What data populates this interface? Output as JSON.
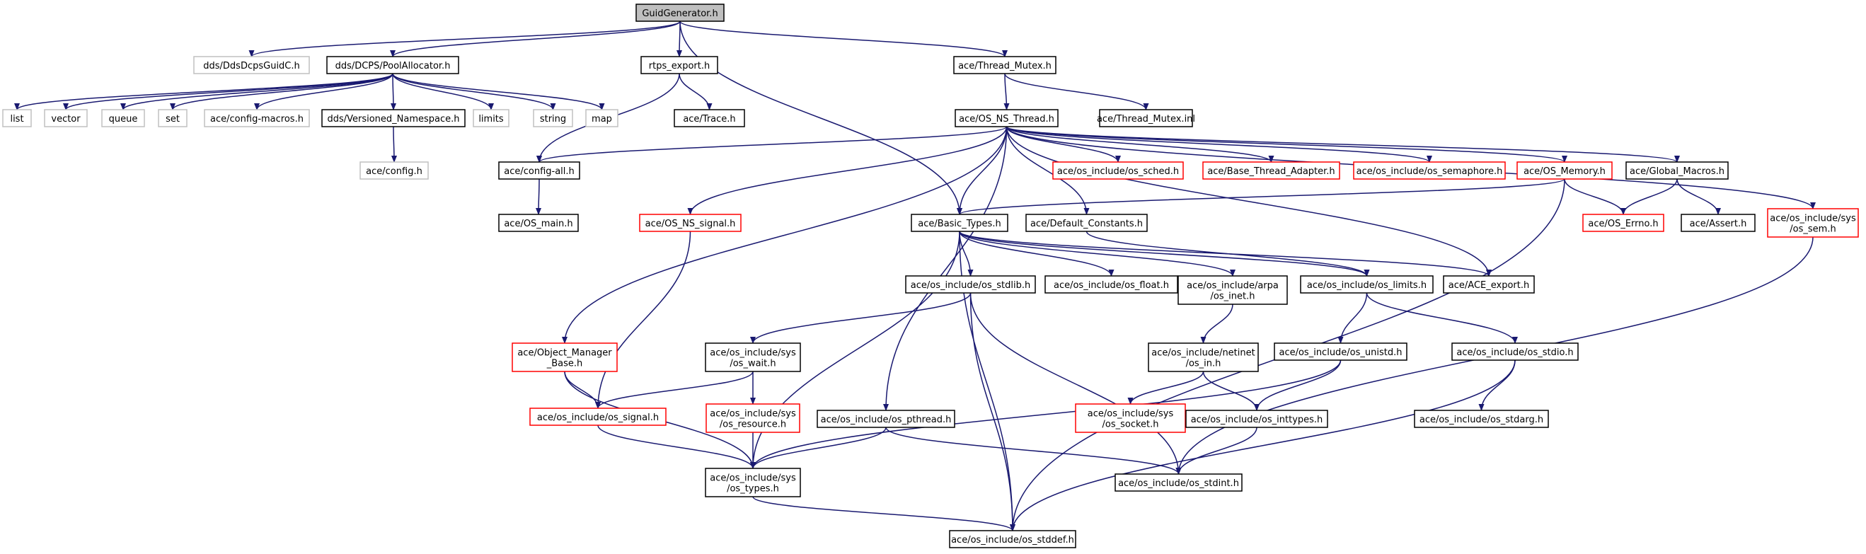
{
  "colors": {
    "edge": "#191970",
    "box_normal": "#000000",
    "box_missing": "#c0c0c0",
    "box_truncated": "#ff0000",
    "root_fill": "#bfbfbf"
  },
  "nodes": [
    {
      "id": "guid",
      "label": "GuidGenerator.h",
      "style": "root"
    },
    {
      "id": "ddsguidc",
      "label": "dds/DdsDcpsGuidC.h",
      "style": "gray"
    },
    {
      "id": "poolalloc",
      "label": "dds/DCPS/PoolAllocator.h",
      "style": "normal"
    },
    {
      "id": "rtps",
      "label": "rtps_export.h",
      "style": "normal"
    },
    {
      "id": "tmutex",
      "label": "ace/Thread_Mutex.h",
      "style": "normal"
    },
    {
      "id": "list",
      "label": "list",
      "style": "gray"
    },
    {
      "id": "vector",
      "label": "vector",
      "style": "gray"
    },
    {
      "id": "queue",
      "label": "queue",
      "style": "gray"
    },
    {
      "id": "set",
      "label": "set",
      "style": "gray"
    },
    {
      "id": "cfgmacros",
      "label": "ace/config-macros.h",
      "style": "gray"
    },
    {
      "id": "verns",
      "label": "dds/Versioned_Namespace.h",
      "style": "normal"
    },
    {
      "id": "limits",
      "label": "limits",
      "style": "gray"
    },
    {
      "id": "string",
      "label": "string",
      "style": "gray"
    },
    {
      "id": "map",
      "label": "map",
      "style": "gray"
    },
    {
      "id": "trace",
      "label": "ace/Trace.h",
      "style": "normal"
    },
    {
      "id": "osns",
      "label": "ace/OS_NS_Thread.h",
      "style": "normal"
    },
    {
      "id": "tmutexinl",
      "label": "ace/Thread_Mutex.inl",
      "style": "normal"
    },
    {
      "id": "config",
      "label": "ace/config.h",
      "style": "gray"
    },
    {
      "id": "cfgall",
      "label": "ace/config-all.h",
      "style": "normal"
    },
    {
      "id": "ossched",
      "label": "ace/os_include/os_sched.h",
      "style": "red"
    },
    {
      "id": "btadapter",
      "label": "ace/Base_Thread_Adapter.h",
      "style": "red"
    },
    {
      "id": "ossema",
      "label": "ace/os_include/os_semaphore.h",
      "style": "red"
    },
    {
      "id": "osmem",
      "label": "ace/OS_Memory.h",
      "style": "red"
    },
    {
      "id": "globmac",
      "label": "ace/Global_Macros.h",
      "style": "normal"
    },
    {
      "id": "osmain",
      "label": "ace/OS_main.h",
      "style": "normal"
    },
    {
      "id": "nssignal",
      "label": "ace/OS_NS_signal.h",
      "style": "red"
    },
    {
      "id": "basictypes",
      "label": "ace/Basic_Types.h",
      "style": "normal"
    },
    {
      "id": "defconst",
      "label": "ace/Default_Constants.h",
      "style": "normal"
    },
    {
      "id": "oserrno",
      "label": "ace/OS_Errno.h",
      "style": "red"
    },
    {
      "id": "assert",
      "label": "ace/Assert.h",
      "style": "normal"
    },
    {
      "id": "ossem",
      "label": [
        "ace/os_include/sys",
        "/os_sem.h"
      ],
      "style": "red"
    },
    {
      "id": "stdlib",
      "label": "ace/os_include/os_stdlib.h",
      "style": "normal"
    },
    {
      "id": "float",
      "label": "ace/os_include/os_float.h",
      "style": "normal"
    },
    {
      "id": "arpainet",
      "label": [
        "ace/os_include/arpa",
        "/os_inet.h"
      ],
      "style": "normal"
    },
    {
      "id": "oslimits",
      "label": "ace/os_include/os_limits.h",
      "style": "normal"
    },
    {
      "id": "aceexport",
      "label": "ace/ACE_export.h",
      "style": "normal"
    },
    {
      "id": "objmgr",
      "label": [
        "ace/Object_Manager",
        "_Base.h"
      ],
      "style": "red"
    },
    {
      "id": "syswait",
      "label": [
        "ace/os_include/sys",
        "/os_wait.h"
      ],
      "style": "normal"
    },
    {
      "id": "netinet",
      "label": [
        "ace/os_include/netinet",
        "/os_in.h"
      ],
      "style": "normal"
    },
    {
      "id": "unistd",
      "label": "ace/os_include/os_unistd.h",
      "style": "normal"
    },
    {
      "id": "stdio",
      "label": "ace/os_include/os_stdio.h",
      "style": "normal"
    },
    {
      "id": "ossignal",
      "label": "ace/os_include/os_signal.h",
      "style": "red"
    },
    {
      "id": "resource",
      "label": [
        "ace/os_include/sys",
        "/os_resource.h"
      ],
      "style": "red"
    },
    {
      "id": "pthread",
      "label": "ace/os_include/os_pthread.h",
      "style": "normal"
    },
    {
      "id": "syssocket",
      "label": [
        "ace/os_include/sys",
        "/os_socket.h"
      ],
      "style": "red"
    },
    {
      "id": "inttypes",
      "label": "ace/os_include/os_inttypes.h",
      "style": "normal"
    },
    {
      "id": "stdarg",
      "label": "ace/os_include/os_stdarg.h",
      "style": "normal"
    },
    {
      "id": "systypes",
      "label": [
        "ace/os_include/sys",
        "/os_types.h"
      ],
      "style": "normal"
    },
    {
      "id": "stdint",
      "label": "ace/os_include/os_stdint.h",
      "style": "normal"
    },
    {
      "id": "stddef",
      "label": "ace/os_include/os_stddef.h",
      "style": "normal"
    }
  ],
  "edges": [
    [
      "guid",
      "ddsguidc"
    ],
    [
      "guid",
      "poolalloc"
    ],
    [
      "guid",
      "rtps"
    ],
    [
      "guid",
      "tmutex"
    ],
    [
      "guid",
      "basictypes"
    ],
    [
      "poolalloc",
      "list"
    ],
    [
      "poolalloc",
      "vector"
    ],
    [
      "poolalloc",
      "queue"
    ],
    [
      "poolalloc",
      "set"
    ],
    [
      "poolalloc",
      "cfgmacros"
    ],
    [
      "poolalloc",
      "verns"
    ],
    [
      "poolalloc",
      "limits"
    ],
    [
      "poolalloc",
      "string"
    ],
    [
      "poolalloc",
      "map"
    ],
    [
      "verns",
      "config"
    ],
    [
      "rtps",
      "trace"
    ],
    [
      "rtps",
      "cfgall"
    ],
    [
      "tmutex",
      "osns"
    ],
    [
      "tmutex",
      "tmutexinl"
    ],
    [
      "cfgall",
      "osmain"
    ],
    [
      "osns",
      "cfgall"
    ],
    [
      "osns",
      "ossched"
    ],
    [
      "osns",
      "btadapter"
    ],
    [
      "osns",
      "ossema"
    ],
    [
      "osns",
      "osmem"
    ],
    [
      "osns",
      "globmac"
    ],
    [
      "osns",
      "ossem"
    ],
    [
      "osns",
      "nssignal"
    ],
    [
      "osns",
      "basictypes"
    ],
    [
      "osns",
      "defconst"
    ],
    [
      "osns",
      "aceexport"
    ],
    [
      "osns",
      "objmgr"
    ],
    [
      "osns",
      "pthread"
    ],
    [
      "osmem",
      "basictypes"
    ],
    [
      "osmem",
      "oserrno"
    ],
    [
      "osmem",
      "stddef"
    ],
    [
      "globmac",
      "oserrno"
    ],
    [
      "globmac",
      "assert"
    ],
    [
      "nssignal",
      "ossignal"
    ],
    [
      "basictypes",
      "stdlib"
    ],
    [
      "basictypes",
      "float"
    ],
    [
      "basictypes",
      "arpainet"
    ],
    [
      "basictypes",
      "oslimits"
    ],
    [
      "basictypes",
      "aceexport"
    ],
    [
      "basictypes",
      "systypes"
    ],
    [
      "basictypes",
      "stddef"
    ],
    [
      "defconst",
      "oslimits"
    ],
    [
      "ossem",
      "stdint"
    ],
    [
      "stdlib",
      "syswait"
    ],
    [
      "stdlib",
      "stdint"
    ],
    [
      "stdlib",
      "stddef"
    ],
    [
      "arpainet",
      "netinet"
    ],
    [
      "oslimits",
      "unistd"
    ],
    [
      "oslimits",
      "stdio"
    ],
    [
      "objmgr",
      "ossignal"
    ],
    [
      "objmgr",
      "systypes"
    ],
    [
      "syswait",
      "ossignal"
    ],
    [
      "syswait",
      "resource"
    ],
    [
      "netinet",
      "syssocket"
    ],
    [
      "netinet",
      "inttypes"
    ],
    [
      "unistd",
      "inttypes"
    ],
    [
      "unistd",
      "systypes"
    ],
    [
      "stdio",
      "stdarg"
    ],
    [
      "stdio",
      "stddef"
    ],
    [
      "ossignal",
      "systypes"
    ],
    [
      "resource",
      "systypes"
    ],
    [
      "pthread",
      "systypes"
    ],
    [
      "pthread",
      "stdint"
    ],
    [
      "inttypes",
      "stdint"
    ],
    [
      "systypes",
      "stddef"
    ]
  ]
}
